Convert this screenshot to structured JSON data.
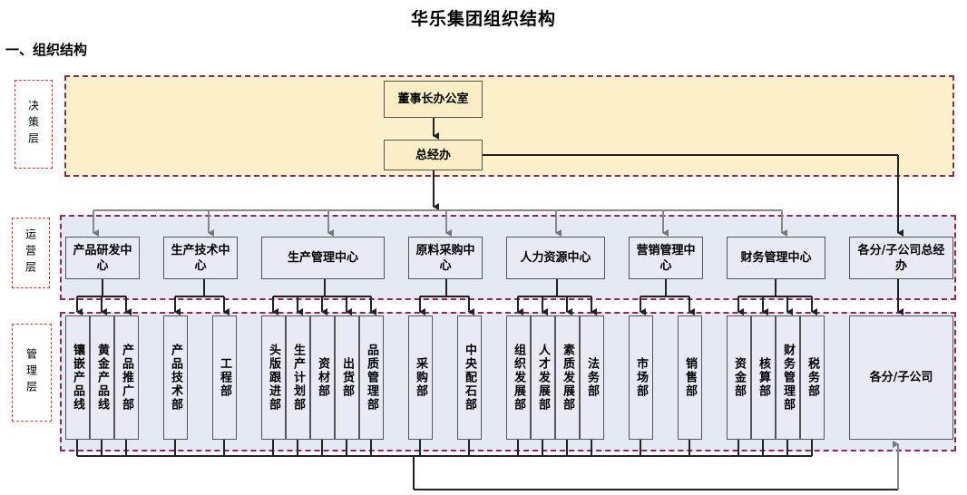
{
  "title": "华乐集团组织结构",
  "section": "一、组织结构",
  "layers": {
    "decision": "决策层",
    "operation": "运营层",
    "management": "管理层"
  },
  "decision": {
    "chairman_office": "董事长办公室",
    "gm_office": "总经办"
  },
  "centers": [
    "产品研发中心",
    "生产技术中心",
    "生产管理中心",
    "原料采购中心",
    "人力资源中心",
    "营销管理中心",
    "财务管理中心",
    "各分/子公司总经办"
  ],
  "departments": [
    "镶嵌产品线",
    "黄金产品线",
    "产品推广部",
    "产品技术部",
    "工程部",
    "头版跟进部",
    "生产计划部",
    "资材部",
    "出货部",
    "品质管理部",
    "采购部",
    "中央配石部",
    "组织发展部",
    "人才发展部",
    "素质发展部",
    "法务部",
    "市场部",
    "销售部",
    "资金部",
    "核算部",
    "财务管理部",
    "税务部",
    "各分/子公司"
  ]
}
